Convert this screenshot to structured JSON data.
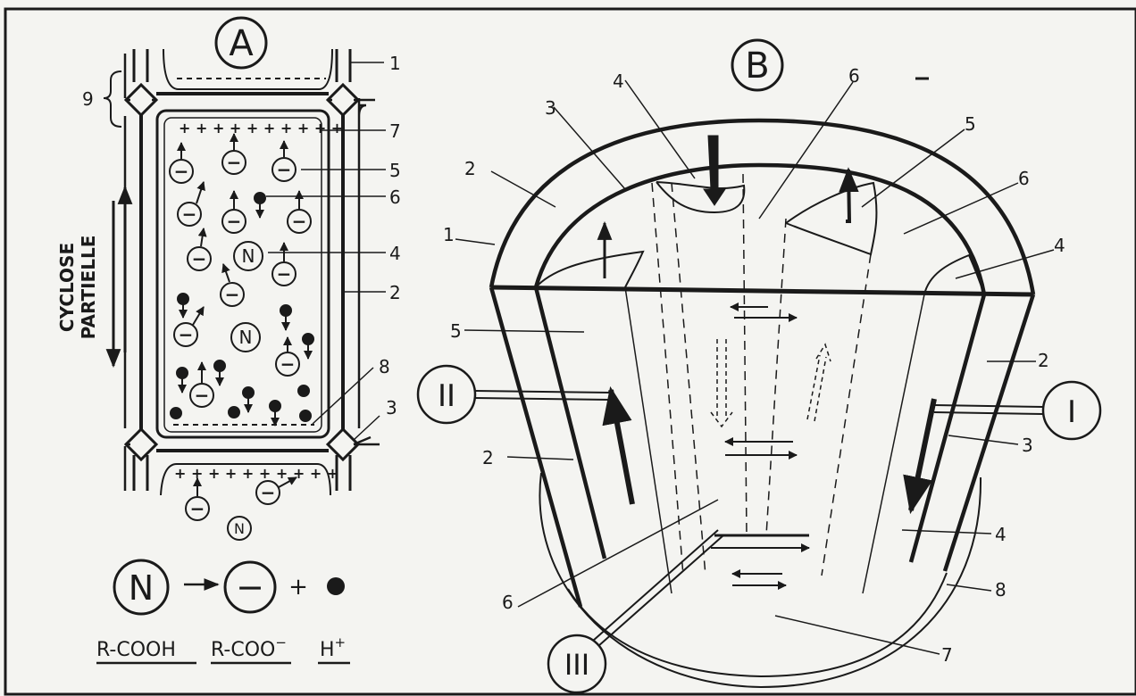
{
  "panels": {
    "a": "A",
    "b": "B"
  },
  "side_label": {
    "line1": "CYCLOSE",
    "line2": "PARTIELLE"
  },
  "panel_a": {
    "callouts": {
      "c1": "1",
      "c2": "2",
      "c3": "3",
      "c4": "4",
      "c5": "5",
      "c6": "6",
      "c7": "7",
      "c8": "8",
      "c9": "9"
    },
    "charge_row": "+ + + + + + + + + +",
    "charge_row_bottom": "+ + + + + + + + + +",
    "ion_minus": "−",
    "neutral": "N"
  },
  "legend": {
    "n": "N",
    "minus": "−",
    "plus": "+",
    "label_acid": "R-COOH",
    "label_anion": "R-COO",
    "label_anion_sup": "−",
    "label_proton": "H",
    "label_proton_sup": "+"
  },
  "panel_b": {
    "callouts": {
      "c1": "1",
      "c2": "2",
      "c3": "3",
      "c4": "4",
      "c5": "5",
      "c6": "6",
      "c7": "7",
      "c8": "8"
    },
    "roman": {
      "i": "I",
      "ii": "II",
      "iii": "III"
    }
  },
  "colors": {
    "ink": "#1a1a1a",
    "paper": "#f4f4f1"
  }
}
